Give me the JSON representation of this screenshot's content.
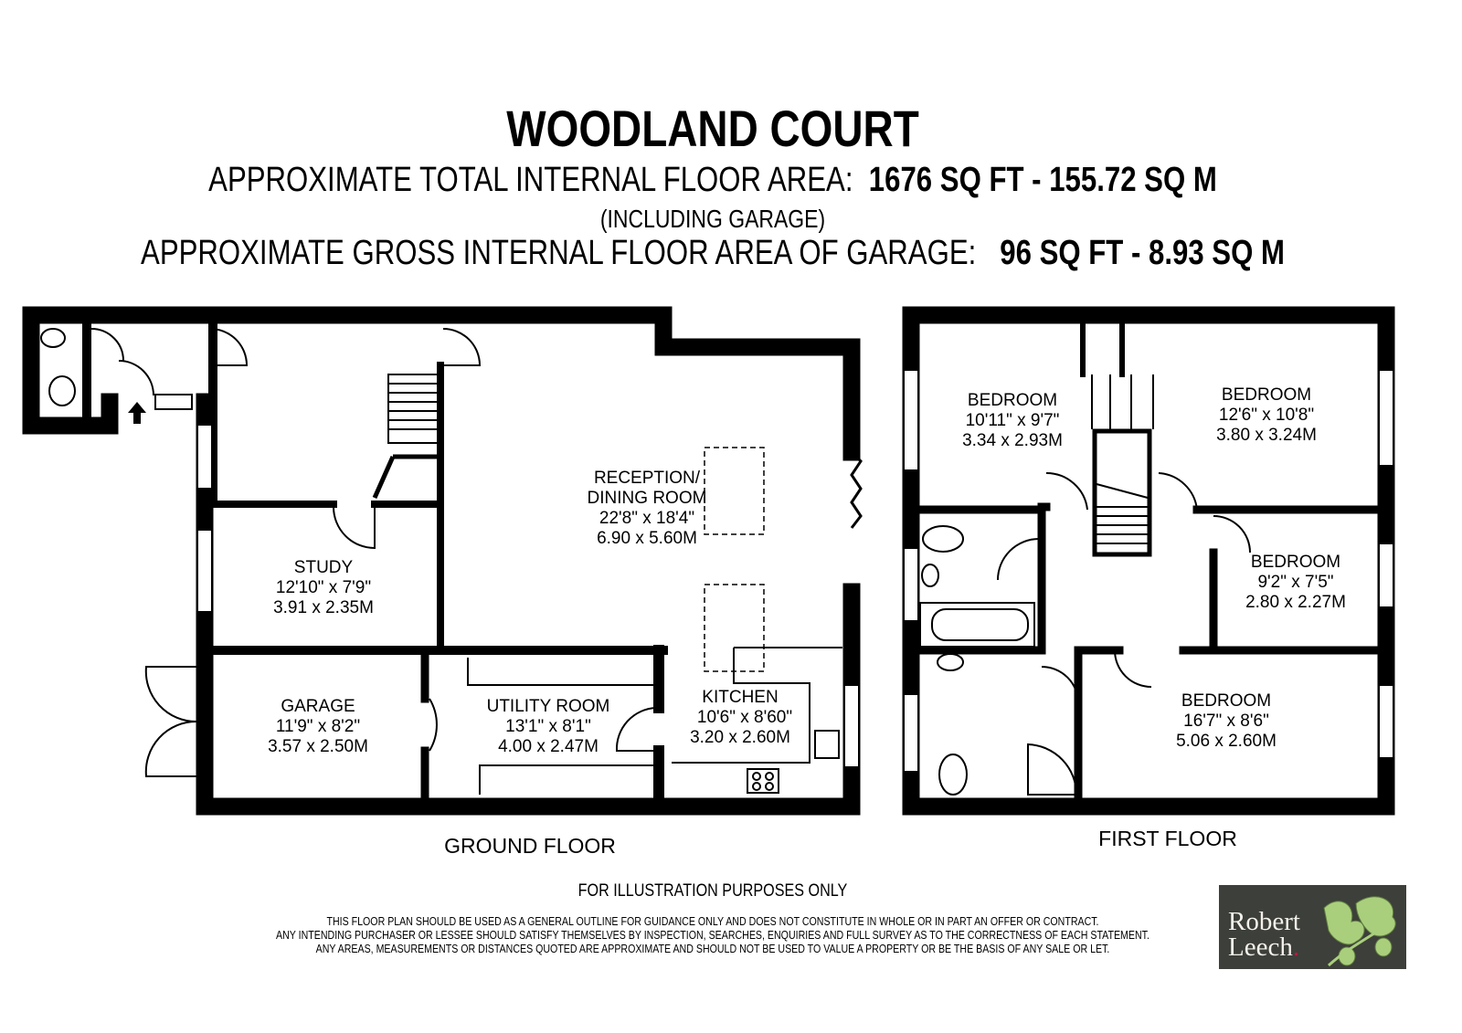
{
  "title": "WOODLAND COURT",
  "total_area": {
    "label": "APPROXIMATE TOTAL INTERNAL FLOOR AREA:",
    "value": "1676 SQ FT  -  155.72 SQ M",
    "note": "(INCLUDING GARAGE)"
  },
  "garage_area": {
    "label": "APPROXIMATE GROSS INTERNAL FLOOR AREA OF GARAGE:",
    "value": "96 SQ FT  -  8.93 SQ M"
  },
  "ground_floor": {
    "label": "GROUND FLOOR",
    "rooms": [
      {
        "name": "RECEPTION/",
        "name2": "DINING ROOM",
        "imperial": "22'8\" x 18'4\"",
        "metric": "6.90 x 5.60M"
      },
      {
        "name": "STUDY",
        "imperial": "12'10\" x 7'9\"",
        "metric": "3.91 x 2.35M"
      },
      {
        "name": "GARAGE",
        "imperial": "11'9\" x 8'2\"",
        "metric": "3.57 x 2.50M"
      },
      {
        "name": "UTILITY ROOM",
        "imperial": "13'1\" x 8'1\"",
        "metric": "4.00 x 2.47M"
      },
      {
        "name": "KITCHEN",
        "imperial": "10'6\" x 8'60\"",
        "metric": "3.20 x 2.60M"
      }
    ]
  },
  "first_floor": {
    "label": "FIRST FLOOR",
    "rooms": [
      {
        "name": "BEDROOM",
        "imperial": "10'11\" x 9'7\"",
        "metric": "3.34 x 2.93M"
      },
      {
        "name": "BEDROOM",
        "imperial": "12'6\" x 10'8\"",
        "metric": "3.80 x 3.24M"
      },
      {
        "name": "BEDROOM",
        "imperial": "9'2\" x 7'5\"",
        "metric": "2.80 x 2.27M"
      },
      {
        "name": "BEDROOM",
        "imperial": "16'7\" x 8'6\"",
        "metric": "5.06 x 2.60M"
      }
    ]
  },
  "illustration_note": "FOR ILLUSTRATION PURPOSES ONLY",
  "disclaimer": [
    "THIS FLOOR PLAN SHOULD BE USED AS A GENERAL OUTLINE FOR GUIDANCE ONLY AND DOES NOT CONSTITUTE IN WHOLE OR IN PART AN OFFER OR CONTRACT.",
    "ANY INTENDING PURCHASER OR LESSEE SHOULD SATISFY THEMSELVES BY INSPECTION, SEARCHES, ENQUIRIES AND FULL SURVEY AS TO THE CORRECTNESS OF EACH STATEMENT.",
    "ANY AREAS, MEASUREMENTS OR DISTANCES QUOTED ARE APPROXIMATE AND SHOULD NOT BE USED TO VALUE A PROPERTY OR BE THE BASIS OF ANY SALE OR LET."
  ],
  "logo": {
    "line1": "Robert",
    "line2": "Leech",
    "dot": "."
  },
  "colors": {
    "logo_bg": "#3d3f3a",
    "leaf": "#a9cf7c",
    "accent_dot": "#c4143c"
  }
}
